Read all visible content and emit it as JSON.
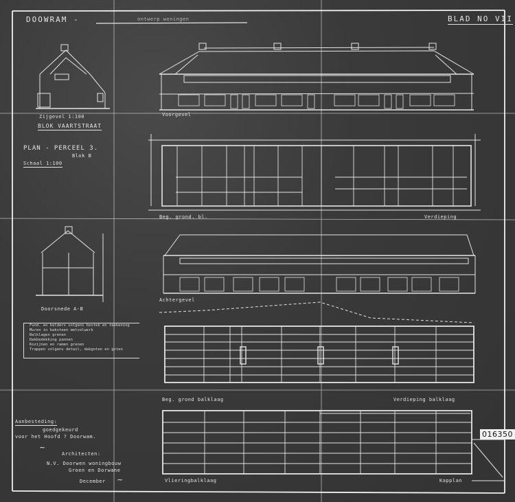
{
  "sheet": {
    "title_left": "Doowram -",
    "title_left_suffix": "ontwerp woningen",
    "sheet_number": "Blad No VII",
    "stamp_number": "016350",
    "colors": {
      "background": "#3a3a3a",
      "lines": "#e8e8e8",
      "stamp": "#f2f2f2"
    }
  },
  "drawings": {
    "side_elevation": {
      "label": "Zijgevel 1:100",
      "block_label": "Blok Vaartstraat"
    },
    "plan_note": {
      "line1": "Plan - perceel 3.",
      "line2": "Blok B",
      "line3": "Schaal 1:100"
    },
    "front_elevation": {
      "label": "Voorgevel"
    },
    "ground_floor_plan": {
      "label_left": "Beg. grond. bl.",
      "label_right": "Verdieping"
    },
    "cross_section": {
      "label": "Doorsnede A-B"
    },
    "rear_elevation": {
      "label": "Achtergevel"
    },
    "ground_beam_plan": {
      "label": "Beg. grond balklaag"
    },
    "floor_beam_plan": {
      "label": "Verdieping balklaag"
    },
    "attic_beam_plan": {
      "label_left": "Vlieringbalklaag",
      "label_right": "Kapplan"
    }
  },
  "notes_box": {
    "lines": [
      "Fund. en kelders volgens bestek en teekening",
      "Muren in baksteen metselwerk",
      "Balklagen grenen",
      "Dakbedekking pannen",
      "Kozijnen en ramen grenen",
      "Trappen volgens detail, dakgoten en goten"
    ]
  },
  "signature_block": {
    "heading": "Aanbesteding:",
    "line1": "goedgekeurd",
    "line2": "voor het Hoofd ? Doorwam.",
    "architect_label": "Architecten:",
    "firm_line1": "N.V. Doorwen woningbouw",
    "firm_line2": "Groen en Dorwane",
    "date_line": "December"
  }
}
